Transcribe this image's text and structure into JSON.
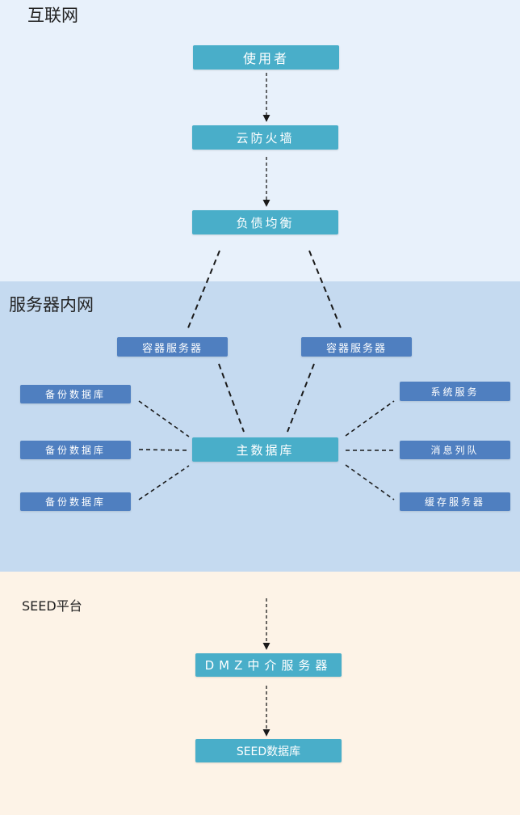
{
  "zones": {
    "internet": "互联网",
    "intranet": "服务器内网",
    "seed": "SEED平台"
  },
  "nodes": {
    "user": "使用者",
    "cloud_firewall": "云防火墙",
    "load_balancer": "负债均衡",
    "container_server_left": "容器服务器",
    "container_server_right": "容器服务器",
    "backup_db_1": "备份数据库",
    "backup_db_2": "备份数据库",
    "backup_db_3": "备份数据库",
    "main_db": "主数据库",
    "system_service": "系统服务",
    "message_queue": "消息列队",
    "cache_server": "缓存服务器",
    "dmz_server": "DMZ中介服务器",
    "seed_db": "SEED数据库"
  },
  "colors": {
    "internet_bg": "#e8f1fb",
    "intranet_bg": "#c5daf0",
    "seed_bg": "#fdf3e7",
    "teal_node": "#49aec9",
    "blue_node": "#4f7fc0",
    "edge": "#1a1a1a"
  }
}
